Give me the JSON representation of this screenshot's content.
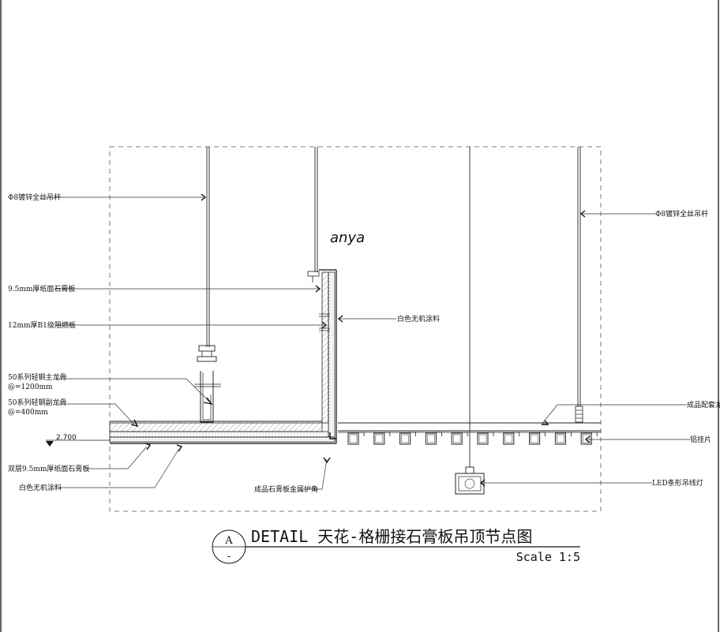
{
  "signature": "anya",
  "level": "2.700",
  "title_block": {
    "marker_letter": "A",
    "marker_sub": "-",
    "title": "DETAIL 天花-格栅接石膏板吊顶节点图",
    "scale": "Scale 1:5"
  },
  "annotations": {
    "left_hanger_rod": "Φ8镀锌全丝吊杆",
    "gypsum_board": "9.5mm厚纸面石膏板",
    "fire_board": "12mm厚B1级阻燃板",
    "main_keel_1": "50系列轻钢主龙骨",
    "main_keel_2": "@=1200mm",
    "sub_keel_1": "50系列轻钢副龙骨",
    "sub_keel_2": "@=400mm",
    "double_gypsum": "双层9.5mm厚纸面石膏板",
    "left_paint": "白色无机涂料",
    "corner_guard": "成品石膏板金属护角",
    "right_paint": "白色无机涂料",
    "right_hanger_rod": "Φ8镀锌全丝吊杆",
    "matching_keel": "成品配套龙骨",
    "aluminium_fin": "铝挂片",
    "led_light": "LED条形吊线灯"
  }
}
